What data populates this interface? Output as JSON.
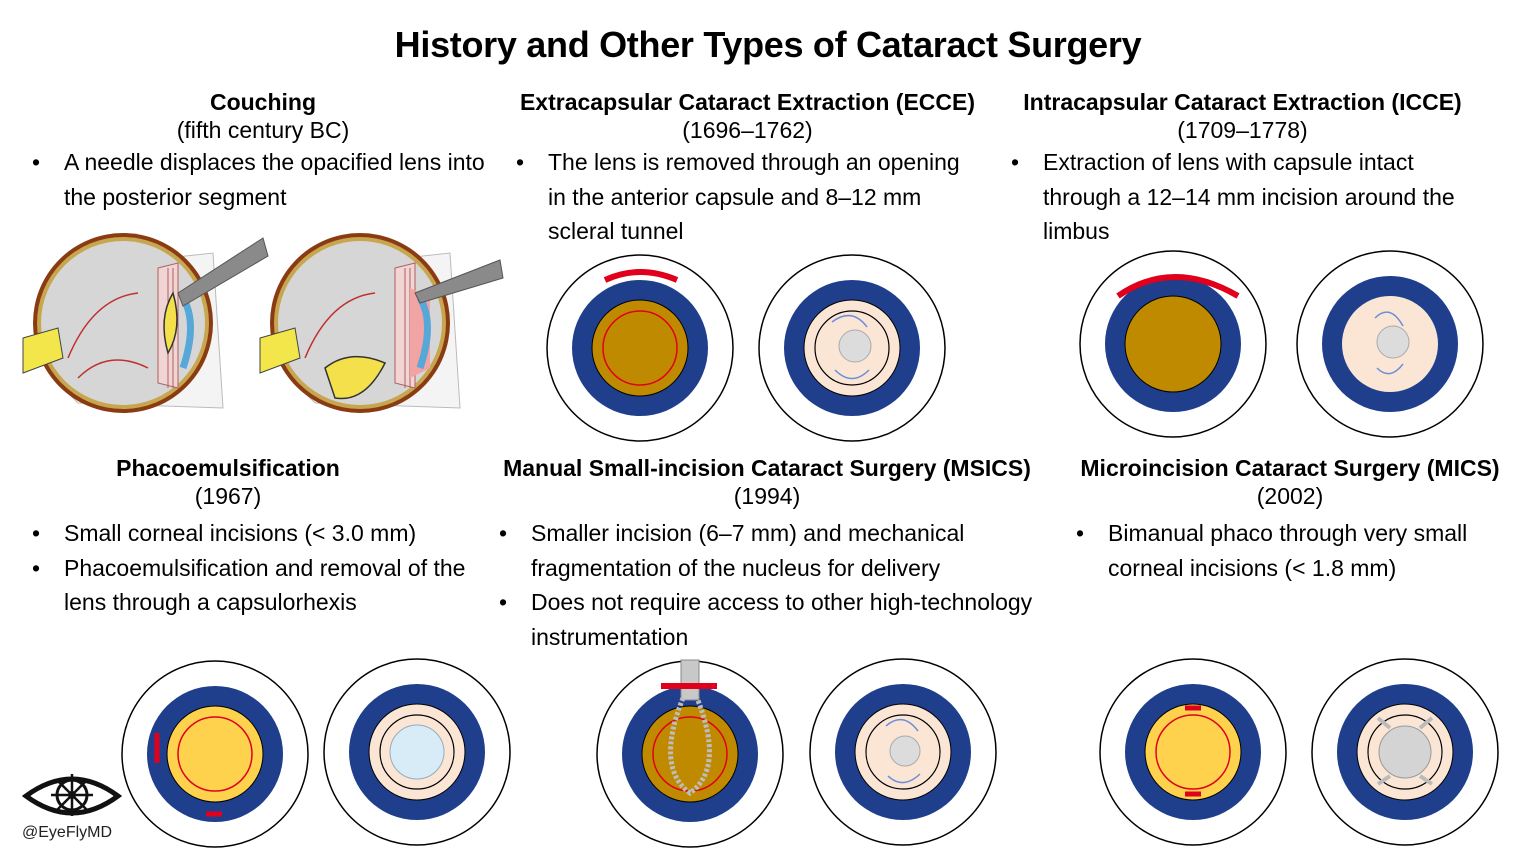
{
  "title": "History and Other Types of Cataract Surgery",
  "panels": [
    {
      "id": "couching",
      "heading": "Couching",
      "date": "(fifth century BC)",
      "bullets": [
        "A needle displaces the opacified lens into the posterior segment"
      ]
    },
    {
      "id": "ecce",
      "heading": "Extracapsular Cataract Extraction (ECCE)",
      "date": "(1696–1762)",
      "bullets": [
        "The lens is removed through an opening in the anterior capsule and 8–12 mm scleral tunnel"
      ]
    },
    {
      "id": "icce",
      "heading": "Intracapsular Cataract Extraction (ICCE)",
      "date": "(1709–1778)",
      "bullets": [
        "Extraction of lens with capsule intact through a 12–14 mm incision around the limbus"
      ]
    },
    {
      "id": "phaco",
      "heading": "Phacoemulsification",
      "date": "(1967)",
      "bullets": [
        "Small corneal incisions (< 3.0 mm)",
        "Phacoemulsification and removal of the lens through a capsulorhexis"
      ]
    },
    {
      "id": "msics",
      "heading": "Manual Small-incision Cataract Surgery (MSICS)",
      "date": "(1994)",
      "bullets": [
        "Smaller incision (6–7 mm) and mechanical fragmentation of the nucleus for delivery",
        "Does not require access to other high-technology instrumentation"
      ]
    },
    {
      "id": "mics",
      "heading": "Microincision Cataract Surgery (MICS)",
      "date": "(2002)",
      "bullets": [
        "Bimanual phaco through very small corneal incisions (< 1.8 mm)"
      ]
    }
  ],
  "brand": {
    "handle": "@EyeFlyMD",
    "logo": "eye-ship-wheel-logo"
  },
  "colors": {
    "iris": "#1f3f8c",
    "cataract_lens": "#c08a00",
    "phaco_lens": "#ffd24d",
    "capsule_bag": "#fbe6d6",
    "incision": "#e0001b",
    "cornea": "#57a8d8",
    "optic_nerve": "#f2e64a"
  }
}
